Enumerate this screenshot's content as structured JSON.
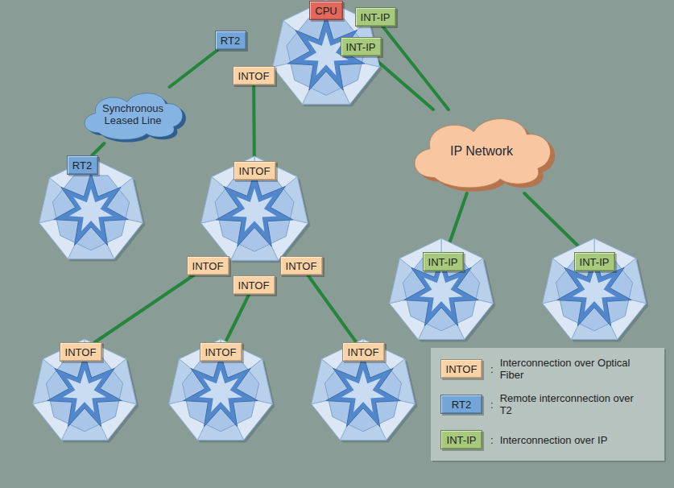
{
  "diagram": {
    "nodes": [
      {
        "text": [
          "CPU"
        ]
      },
      {
        "text": [
          "RT2"
        ]
      },
      {
        "text": [
          "INT-IP"
        ]
      },
      {
        "text": [
          "INTOF"
        ]
      },
      {
        "text": [
          "INT-IP"
        ]
      },
      {
        "text": [
          "Synchronous Leased Line"
        ]
      },
      {
        "text": [
          "IP Network"
        ]
      },
      {
        "text": [
          "RT2"
        ]
      },
      {
        "text": [
          "INTOF"
        ]
      },
      {
        "text": [
          "INTOF"
        ]
      },
      {
        "text": [
          "INTOF"
        ]
      },
      {
        "text": [
          "INTOF"
        ]
      },
      {
        "text": [
          "INT-IP"
        ]
      },
      {
        "text": [
          "INT-IP"
        ]
      },
      {
        "text": [
          "INTOF"
        ]
      },
      {
        "text": [
          "INTOF"
        ]
      },
      {
        "text": [
          "INTOF"
        ]
      }
    ],
    "edges": [
      {
        "from": 1,
        "to": 5,
        "arrow": "none"
      },
      {
        "from": 5,
        "to": 7,
        "arrow": "none"
      },
      {
        "from": 3,
        "to": 8,
        "arrow": "none"
      },
      {
        "from": 2,
        "to": 6,
        "arrow": "none"
      },
      {
        "from": 4,
        "to": 6,
        "arrow": "none"
      },
      {
        "from": 6,
        "to": 12,
        "arrow": "none"
      },
      {
        "from": 6,
        "to": 13,
        "arrow": "none"
      },
      {
        "from": 9,
        "to": 14,
        "arrow": "none"
      },
      {
        "from": 11,
        "to": 15,
        "arrow": "none"
      },
      {
        "from": 10,
        "to": 16,
        "arrow": "none"
      }
    ],
    "labels": [
      "INTOF",
      ":",
      "RT2",
      ":",
      "INT-IP",
      ":"
    ],
    "legend": [
      {
        "text": "Interconnection over Optical Fiber",
        "color": "#f9d3a6"
      },
      {
        "text": "Remote interconnection over T2",
        "color": "#74a5d8"
      },
      {
        "text": "Interconnection over IP",
        "color": "#a6c97c"
      }
    ]
  }
}
